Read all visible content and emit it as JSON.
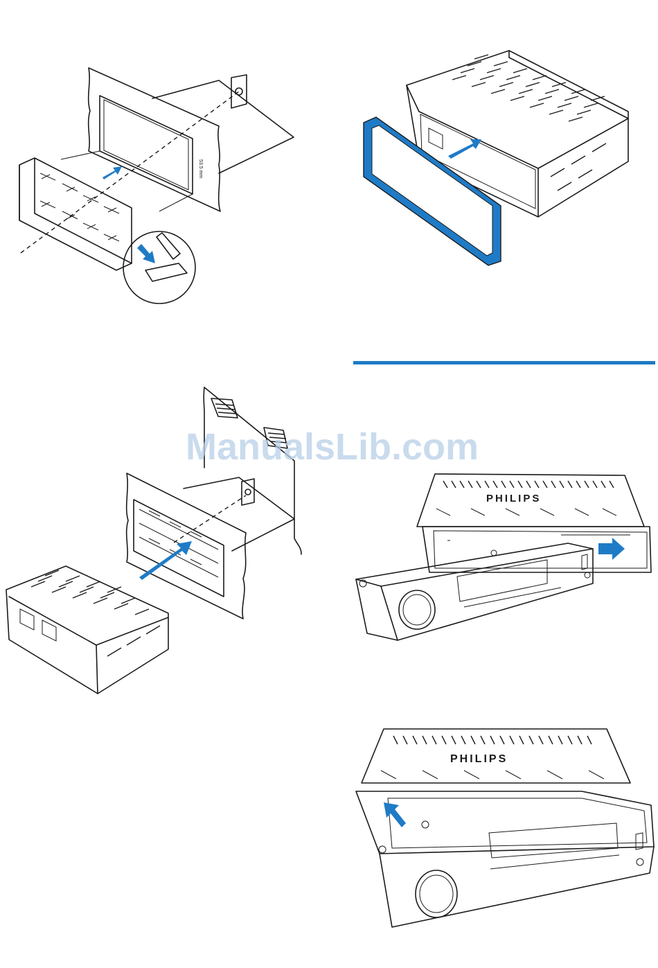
{
  "colors": {
    "accent": "#1f7bc6",
    "divider": "#1f7bc6",
    "watermark": "#b8cfe8",
    "line": "#1a1a1a"
  },
  "figures": {
    "fig1": {
      "dimension_label": "53.5 mm"
    },
    "fig3": {
      "brand": "PHILIPS"
    },
    "fig4": {
      "brand": "PHILIPS"
    }
  },
  "watermark": {
    "text": "ManualsLib.com"
  }
}
